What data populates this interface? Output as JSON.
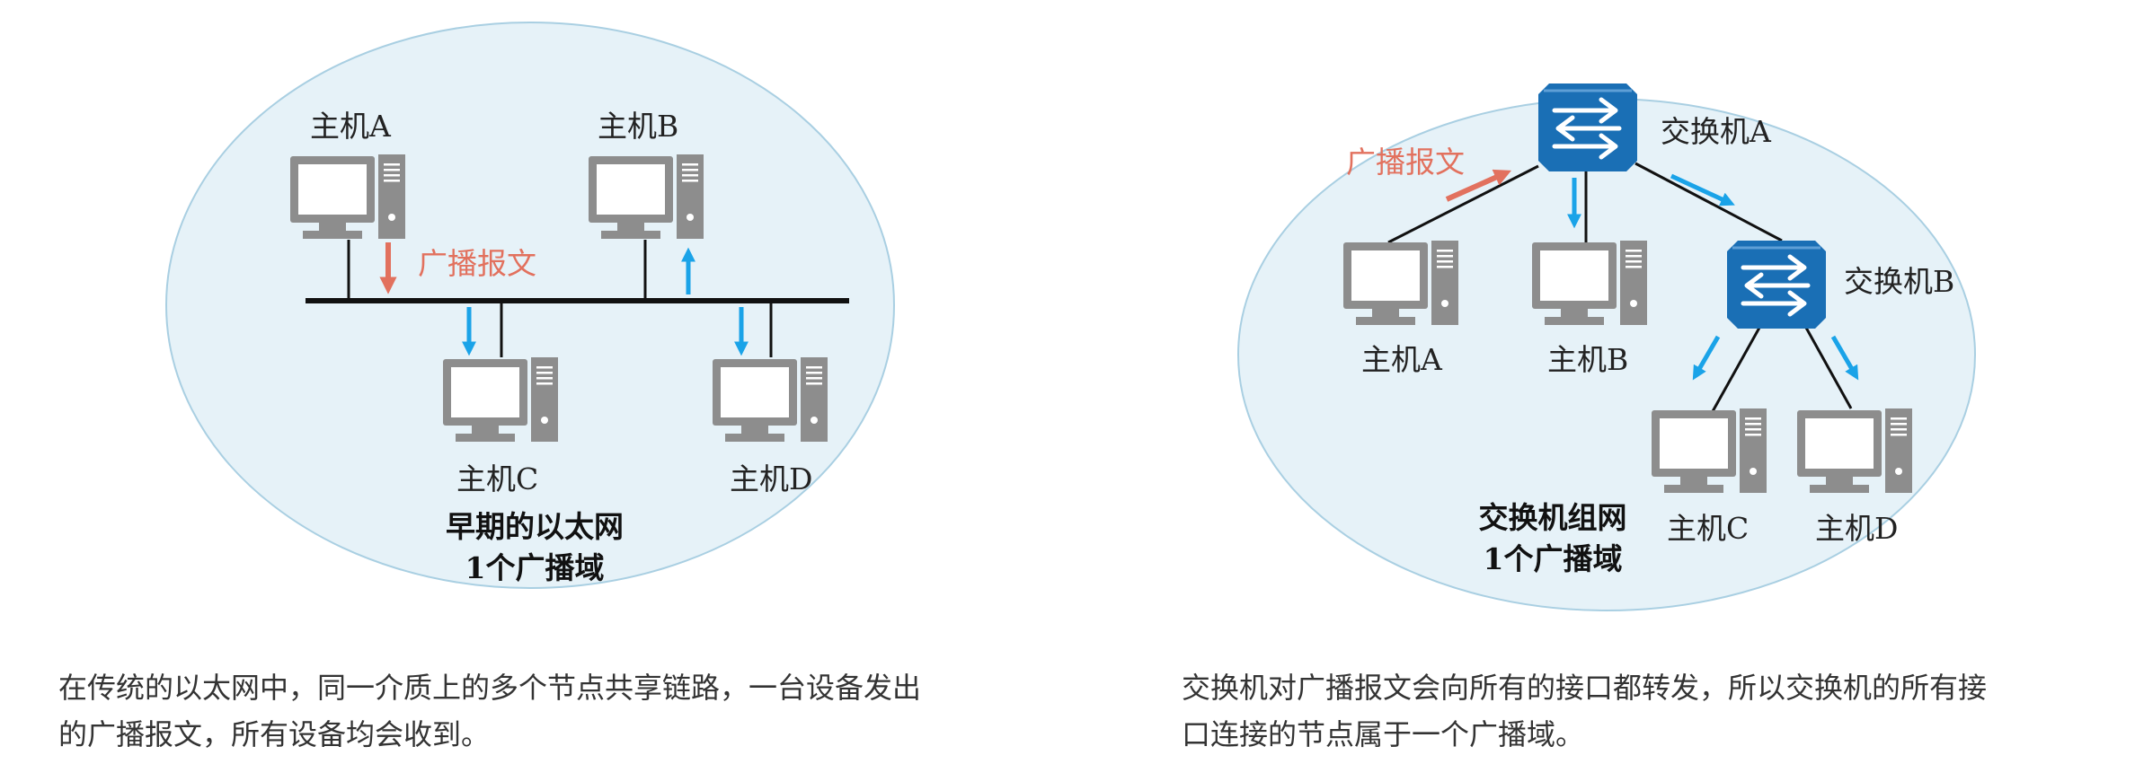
{
  "left_diagram": {
    "hosts": [
      "主机A",
      "主机B",
      "主机C",
      "主机D"
    ],
    "broadcast_label": "广播报文",
    "caption_line1": "早期的以太网",
    "caption_line2": "1个广播域"
  },
  "right_diagram": {
    "switches": [
      "交换机A",
      "交换机B"
    ],
    "hosts": [
      "主机A",
      "主机B",
      "主机C",
      "主机D"
    ],
    "broadcast_label": "广播报文",
    "caption_line1": "交换机组网",
    "caption_line2": "1个广播域"
  },
  "left_description": {
    "line1": "在传统的以太网中，同一介质上的多个节点共享链路，一台设备发出",
    "line2": "的广播报文，所有设备均会收到。"
  },
  "right_description": {
    "line1": "交换机对广播报文会向所有的接口都转发，所以交换机的所有接",
    "line2": "口连接的节点属于一个广播域。"
  },
  "colors": {
    "domain_fill": "#e6f2f8",
    "domain_stroke": "#a9cfe2",
    "computer_gray": "#8d8d8d",
    "switch_blue": "#1a6fb5",
    "arrow_blue": "#1aa3e8",
    "arrow_red": "#e2715e"
  }
}
